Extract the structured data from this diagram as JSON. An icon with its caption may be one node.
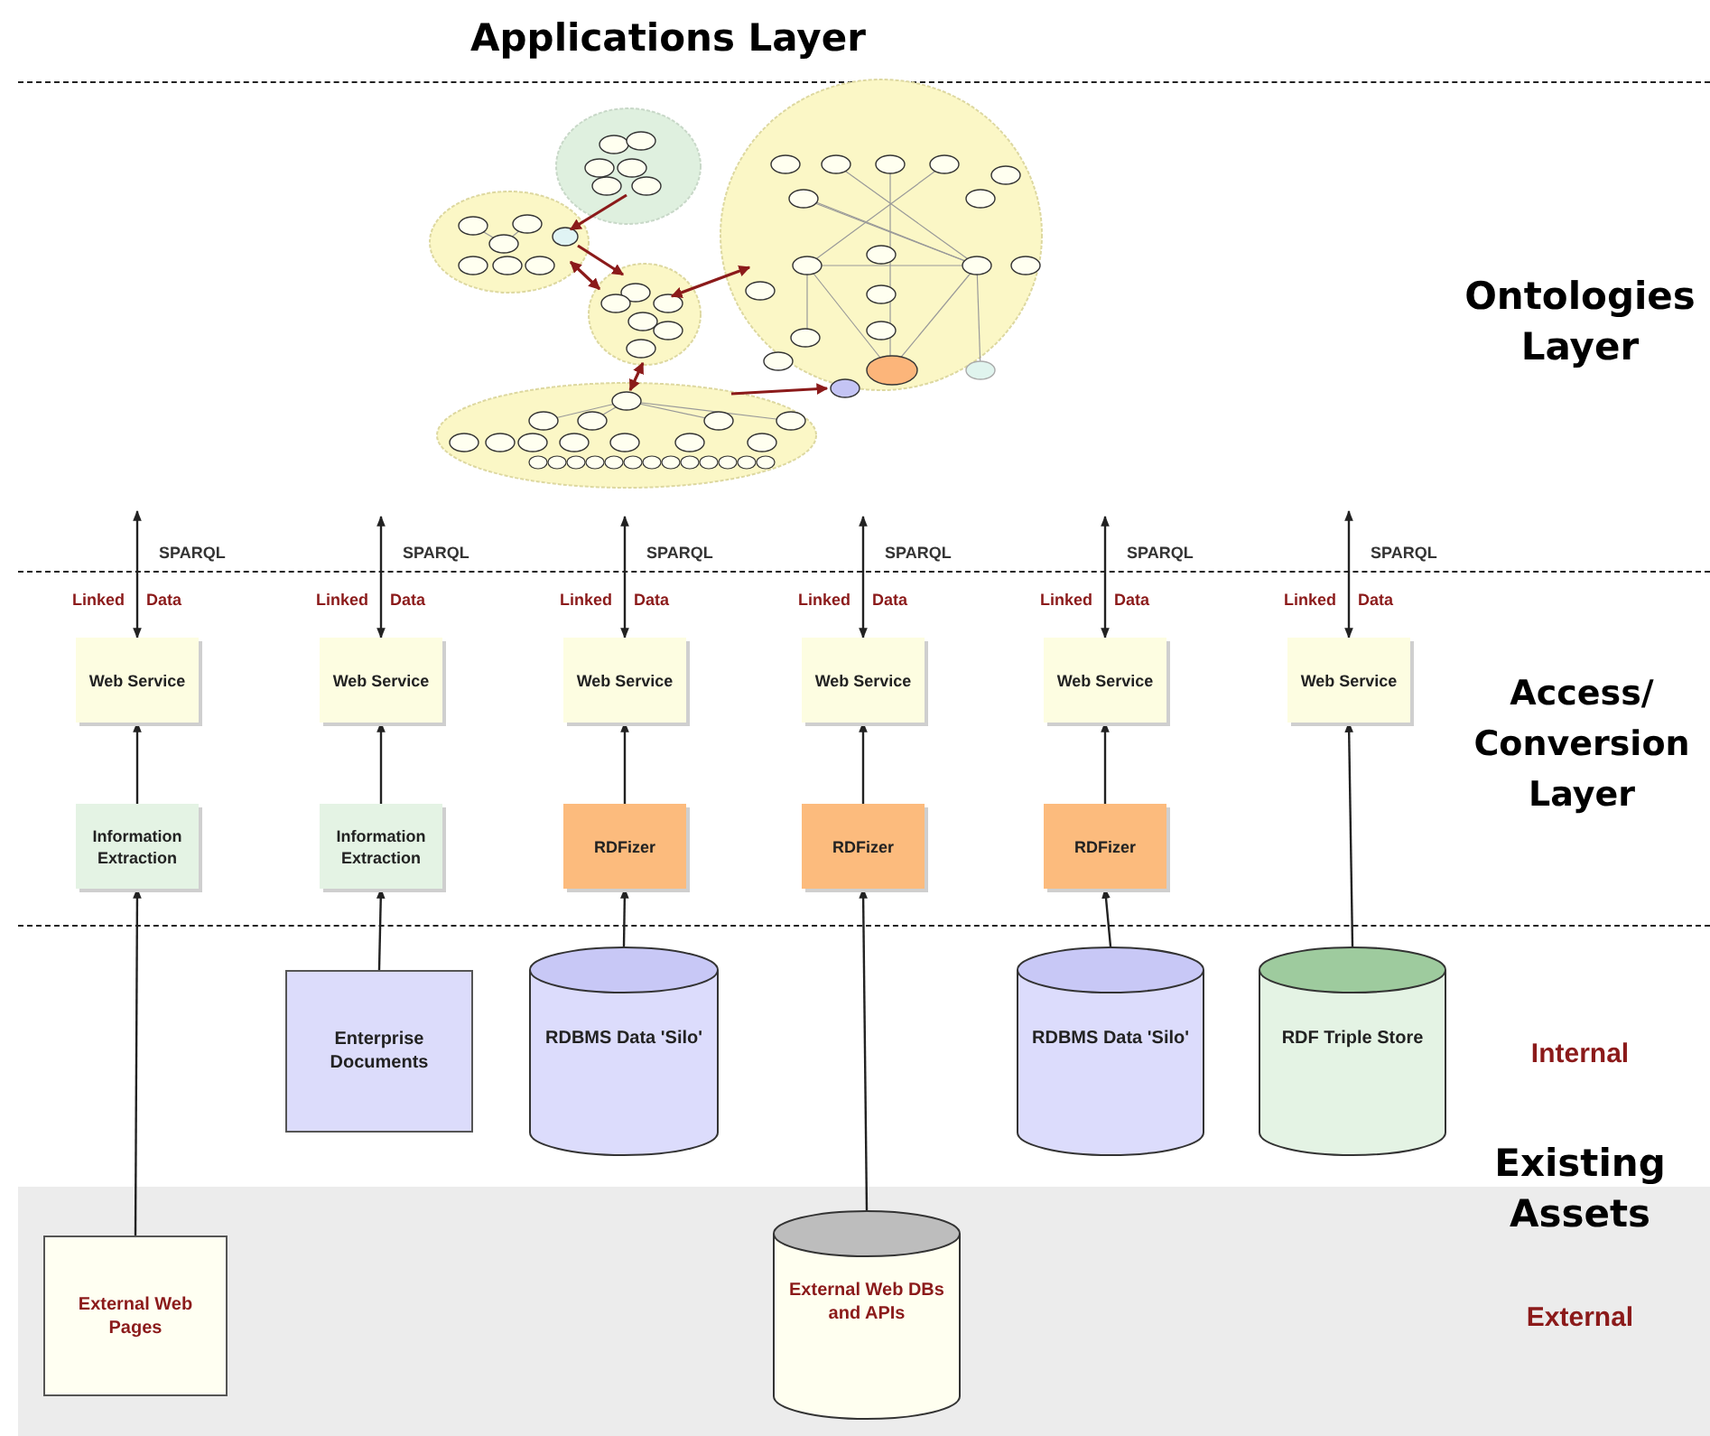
{
  "diagram": {
    "nodes": [
      {
        "text": [],
        "shape": "picture"
      },
      {
        "text": [
          "Web Service"
        ]
      },
      {
        "text": [
          "Web Service"
        ]
      },
      {
        "text": [
          "Web Service"
        ]
      },
      {
        "text": [
          "Web Service"
        ]
      },
      {
        "text": [
          "Web Service"
        ]
      },
      {
        "text": [
          "Web Service"
        ]
      },
      {
        "text": [
          "Information Extraction"
        ]
      },
      {
        "text": [
          "Information Extraction"
        ]
      },
      {
        "text": [
          "RDFizer"
        ]
      },
      {
        "text": [
          "RDFizer"
        ]
      },
      {
        "text": [
          "RDFizer"
        ]
      },
      {
        "text": [
          "Enterprise Documents"
        ]
      },
      {
        "text": [
          "RDBMS Data 'Silo'"
        ]
      },
      {
        "text": [
          "RDBMS Data 'Silo'"
        ]
      },
      {
        "text": [
          "RDF Triple Store"
        ]
      },
      {
        "text": [
          "External Web Pages"
        ]
      },
      {
        "text": [
          "External Web DBs and APIs"
        ]
      }
    ],
    "edges": [
      {
        "from": null,
        "to": 1,
        "arrow": "both"
      },
      {
        "from": 0,
        "to": 2,
        "arrow": "both"
      },
      {
        "from": 0,
        "to": 3,
        "arrow": "both"
      },
      {
        "from": 0,
        "to": 4,
        "arrow": "both"
      },
      {
        "from": 0,
        "to": 5,
        "arrow": "both"
      },
      {
        "from": null,
        "to": 6,
        "arrow": "both"
      },
      {
        "from": 7,
        "to": 1,
        "arrow": "to"
      },
      {
        "from": 8,
        "to": 2,
        "arrow": "to"
      },
      {
        "from": 9,
        "to": 3,
        "arrow": "to"
      },
      {
        "from": 10,
        "to": 4,
        "arrow": "to"
      },
      {
        "from": 11,
        "to": 5,
        "arrow": "to"
      },
      {
        "from": 15,
        "to": 6,
        "arrow": "to"
      },
      {
        "from": 16,
        "to": 7,
        "arrow": "to"
      },
      {
        "from": 12,
        "to": 8,
        "arrow": "to"
      },
      {
        "from": 13,
        "to": 9,
        "arrow": "to"
      },
      {
        "from": 17,
        "to": 10,
        "arrow": "to"
      },
      {
        "from": 14,
        "to": 11,
        "arrow": "to"
      }
    ],
    "labels": [
      "Applications Layer",
      "Ontologies Layer",
      "SPARQL",
      "Linked",
      "Data",
      "SPARQL",
      "Linked",
      "Data",
      "SPARQL",
      "Linked",
      "Data",
      "SPARQL",
      "Linked",
      "Data",
      "SPARQL",
      "Linked",
      "Data",
      "SPARQL",
      "Linked",
      "Data",
      "Access/ Conversion Layer",
      "Internal",
      "Existing Assets",
      "External"
    ]
  }
}
